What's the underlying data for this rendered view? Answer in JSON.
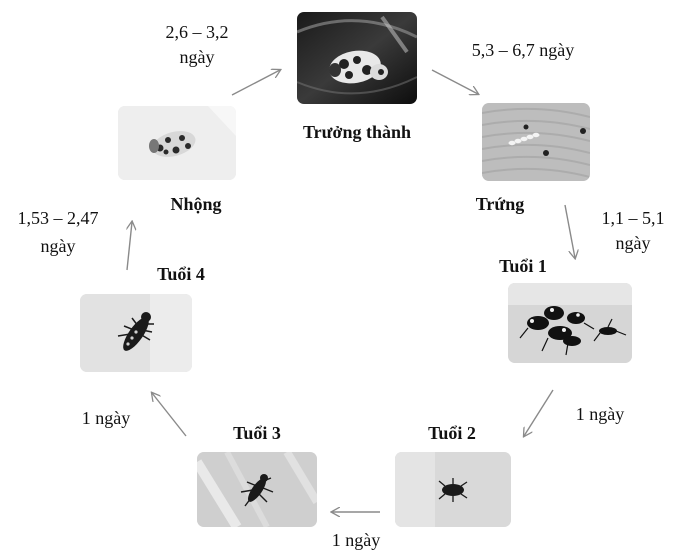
{
  "stages": {
    "adult": "Trưởng thành",
    "egg": "Trứng",
    "instar1": "Tuổi 1",
    "instar2": "Tuổi 2",
    "instar3": "Tuổi 3",
    "instar4": "Tuổi 4",
    "pupa": "Nhộng"
  },
  "durations": {
    "adult_to_egg": "5,3 – 6,7 ngày",
    "egg_to_instar1_a": "1,1 – 5,1",
    "egg_to_instar1_b": "ngày",
    "instar1_to_instar2": "1 ngày",
    "instar2_to_instar3": "1 ngày",
    "instar3_to_instar4": "1 ngày",
    "instar4_to_pupa_a": "1,53 – 2,47",
    "instar4_to_pupa_b": "ngày",
    "pupa_to_adult_a": "2,6 – 3,2",
    "pupa_to_adult_b": "ngày"
  },
  "colors": {
    "arrow": "#8a8a8a",
    "text": "#111111"
  }
}
